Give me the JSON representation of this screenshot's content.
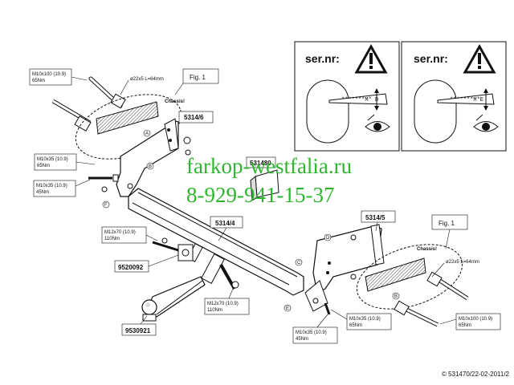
{
  "inset_left": {
    "heading": "ser.nr:",
    "serial": "*******M* D"
  },
  "inset_right": {
    "heading": "ser.nr:",
    "serial": "*******M*E"
  },
  "fig_left": "Fig. 1",
  "fig_right": "Fig. 1",
  "chassis_left": "Chassis!",
  "chassis_right": "Chassis!",
  "parts": {
    "bracket_left": "5314/6",
    "bracket_right": "5314/5",
    "crossbar": "5314/4",
    "socket_plate": "531480",
    "electric_kit": "9520092",
    "towball": "9530921"
  },
  "specs": {
    "bolt_top_left": [
      "M10x100 (10.9)",
      "65Nm"
    ],
    "pipe_left": "ø22x5 L=64mm",
    "bolt_mid_left": [
      "M10x35 (10.9)",
      "65Nm"
    ],
    "bolt_low_left": [
      "M10x35 (10.9)",
      "45Nm"
    ],
    "bolt_m12_left": [
      "M12x70 (10.9)",
      "110Nm"
    ],
    "bolt_m12_center": [
      "M12x70 (10.9)",
      "110Nm"
    ],
    "bolt_bottom_center": [
      "M10x35 (10.9)",
      "45Nm"
    ],
    "bolt_right_mid": [
      "M10x35 (10.9)",
      "65Nm"
    ],
    "pipe_right": "ø22x5 L=64mm",
    "bolt_right": [
      "M10x100 (10.9)",
      "65Nm"
    ]
  },
  "circle_labels": {
    "a": "A",
    "b": "B",
    "c": "C",
    "d": "D",
    "e": "E",
    "f": "F"
  },
  "watermark": {
    "site": "farkop-westfalia.ru",
    "phone": "8-929-941-15-37"
  },
  "copyright": "© 531470/22-02-2011/2",
  "colors": {
    "line": "#111111",
    "watermark": "#2fb52f",
    "hatch": "#555555"
  }
}
